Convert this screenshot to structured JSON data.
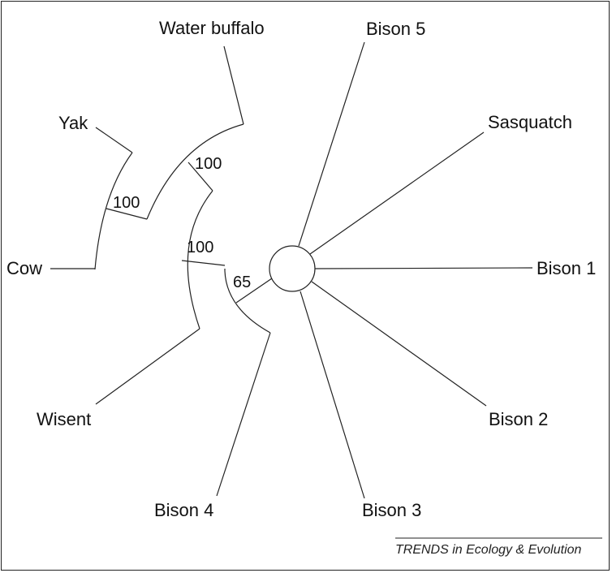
{
  "tree": {
    "taxa": {
      "water_buffalo": "Water buffalo",
      "yak": "Yak",
      "cow": "Cow",
      "wisent": "Wisent",
      "bison1": "Bison 1",
      "bison2": "Bison 2",
      "bison3": "Bison 3",
      "bison4": "Bison 4",
      "bison5": "Bison 5",
      "sasquatch": "Sasquatch"
    },
    "support": {
      "yak_cow": "100",
      "buffalo_node": "100",
      "wisent_node": "100",
      "bison_node": "65"
    }
  },
  "credit": "TRENDS in Ecology & Evolution"
}
